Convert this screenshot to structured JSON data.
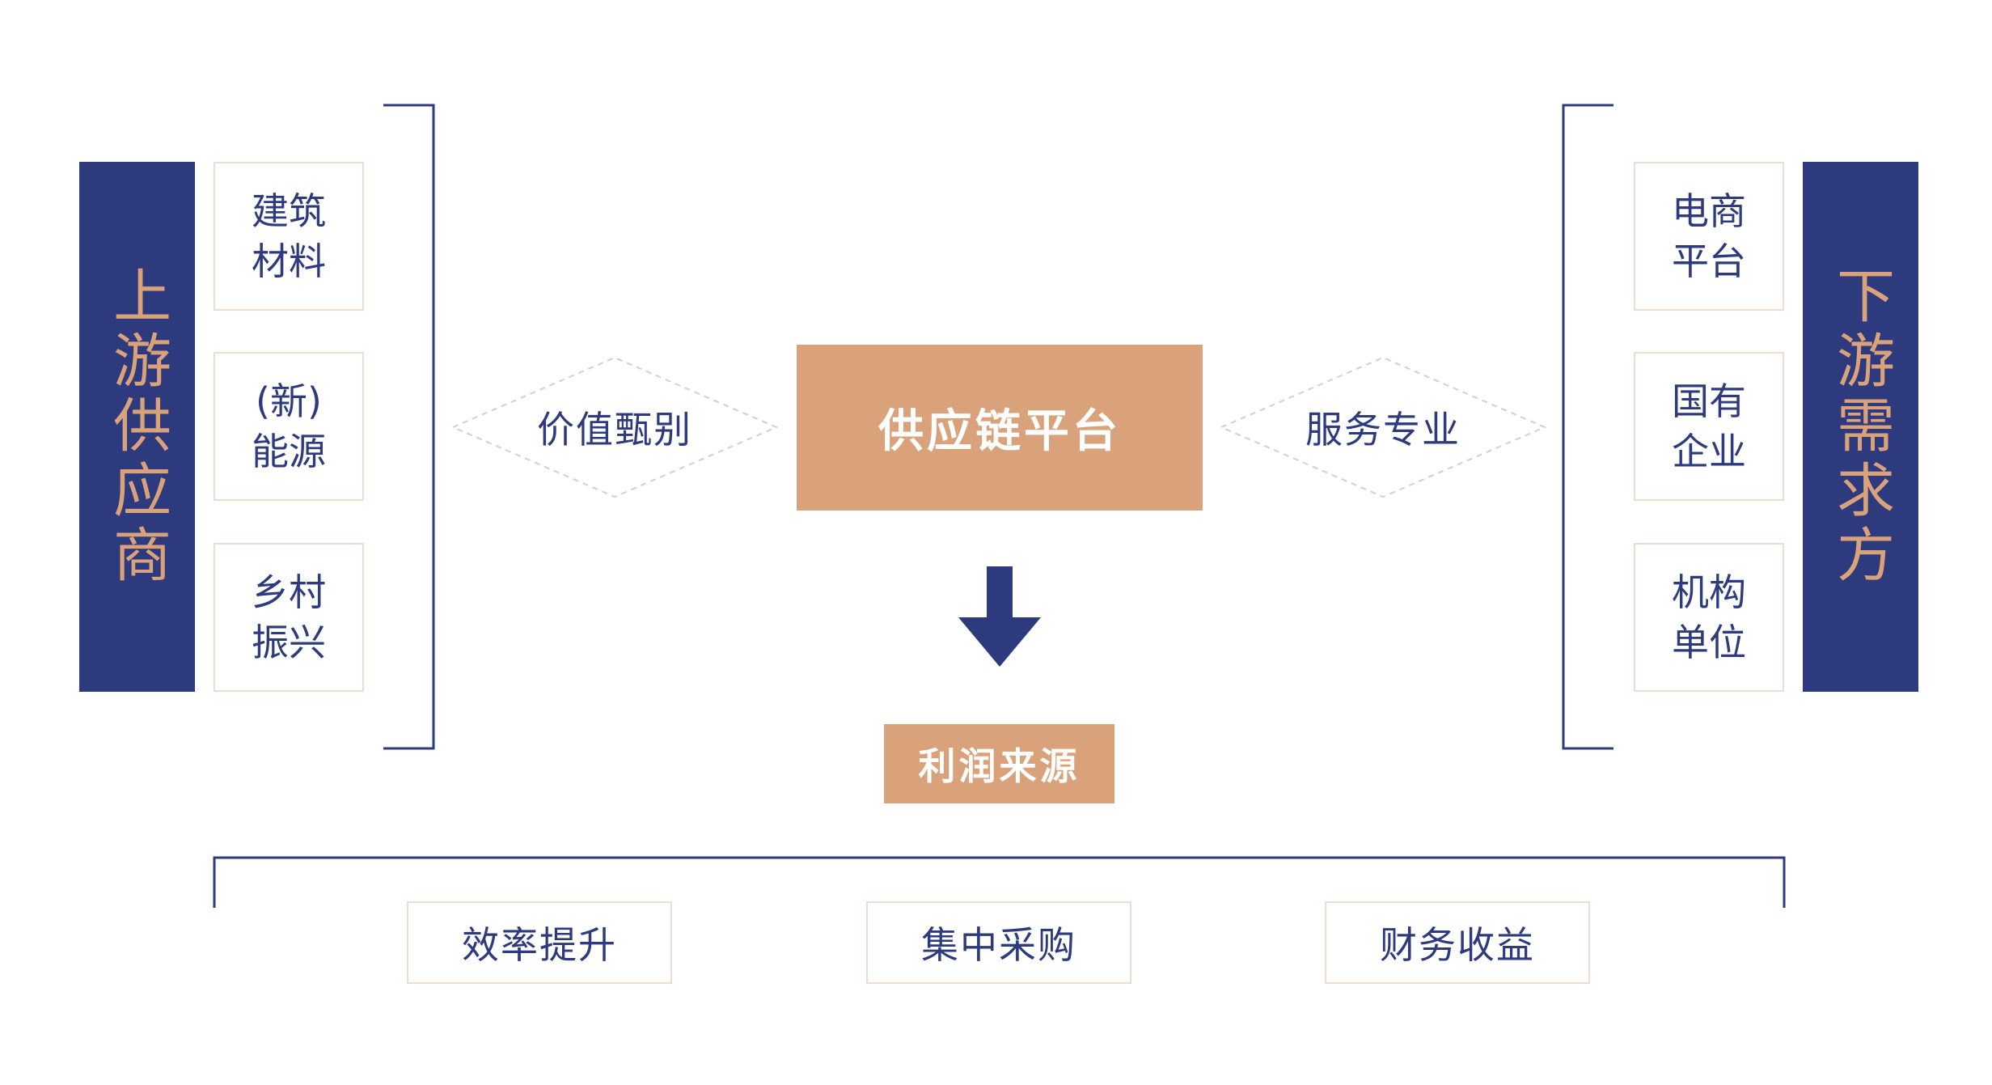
{
  "upstream": {
    "title": "上游供应商",
    "items": [
      "建筑\n材料",
      "(新)\n能源",
      "乡村\n振兴"
    ]
  },
  "downstream": {
    "title": "下游需求方",
    "items": [
      "电商\n平台",
      "国有\n企业",
      "机构\n单位"
    ]
  },
  "left_connector": "价值甄别",
  "right_connector": "服务专业",
  "platform": "供应链平台",
  "profit": "利润来源",
  "profit_sources": [
    "效率提升",
    "集中采购",
    "财务收益"
  ],
  "colors": {
    "navy": "#2d3a7e",
    "tan": "#d9a27a",
    "box_border": "#eddcd0"
  }
}
